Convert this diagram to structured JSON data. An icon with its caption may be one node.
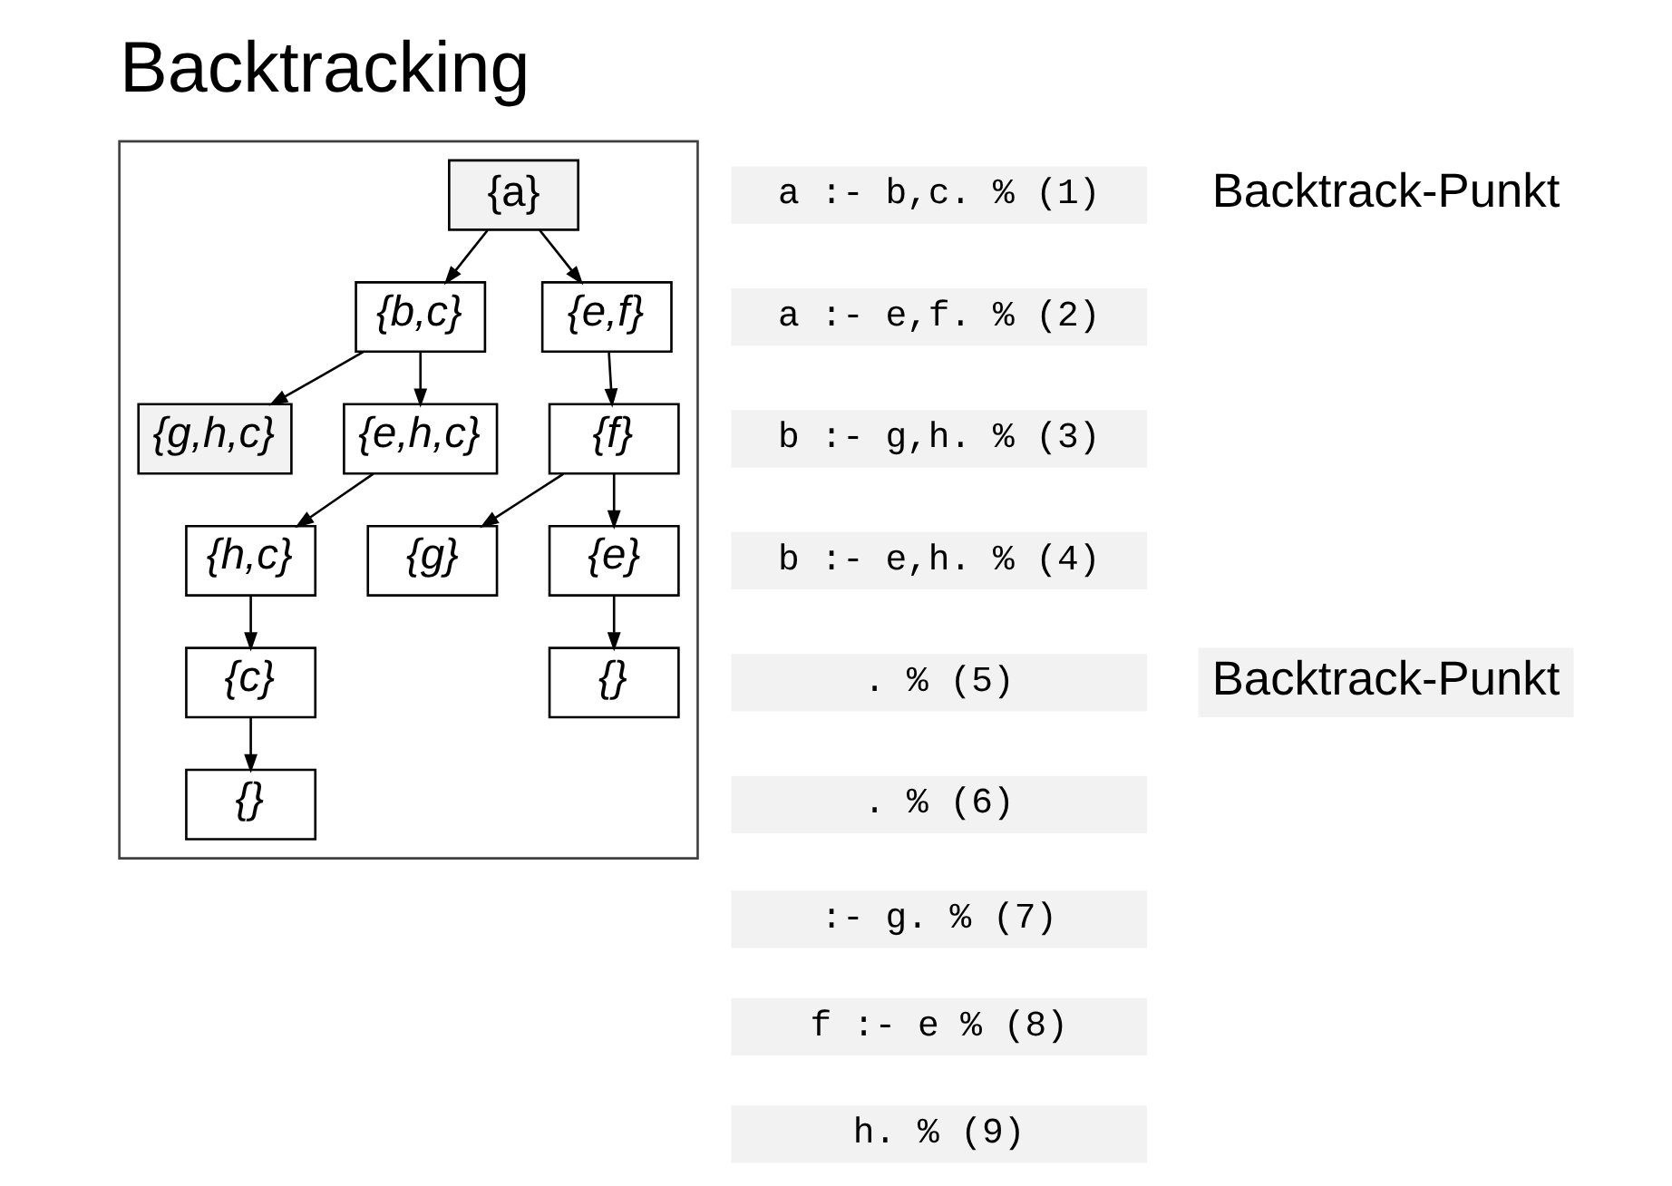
{
  "diagram": {
    "title": "Backtracking",
    "nodes": [
      {
        "text": [],
        "shape": "box"
      },
      {
        "text": [
          "{a}"
        ],
        "in": 0
      },
      {
        "text": [
          "{b,c}"
        ],
        "in": 0
      },
      {
        "text": [
          "{e,f}"
        ],
        "in": 0
      },
      {
        "text": [
          "{g,h,c}"
        ],
        "in": 0
      },
      {
        "text": [
          "{e,h,c}"
        ],
        "in": 0
      },
      {
        "text": [
          "{h,c}"
        ],
        "in": 0
      },
      {
        "text": [
          "{c}"
        ],
        "in": 0
      },
      {
        "text": [
          "{}"
        ],
        "in": 0
      },
      {
        "text": [
          "{f}"
        ],
        "in": 0
      },
      {
        "text": [
          "{g}"
        ],
        "in": 0
      },
      {
        "text": [
          "{e}"
        ],
        "in": 0
      },
      {
        "text": [
          "{}"
        ],
        "in": 0
      }
    ],
    "edges": [
      {
        "from": 1,
        "to": 2,
        "arrow": "to"
      },
      {
        "from": 1,
        "to": 3,
        "arrow": "to"
      },
      {
        "from": 2,
        "to": 4,
        "arrow": "to"
      },
      {
        "from": 2,
        "to": 5,
        "arrow": "to"
      },
      {
        "from": 5,
        "to": 6,
        "arrow": "to"
      },
      {
        "from": 6,
        "to": 7,
        "arrow": "to"
      },
      {
        "from": 7,
        "to": 8,
        "arrow": "to"
      },
      {
        "from": 3,
        "to": 9,
        "arrow": "to"
      },
      {
        "from": 9,
        "to": 10,
        "arrow": "to"
      },
      {
        "from": 9,
        "to": 11,
        "arrow": "to"
      },
      {
        "from": 11,
        "to": 12,
        "arrow": "to"
      }
    ],
    "labels": [
      "a :- b,c. % (1)",
      "a :- e,f. % (2)",
      "b :- g,h. % (3)",
      "b :- e,h. % (4)",
      ". % (5)",
      ". % (6)",
      ":- g. % (7)",
      "f :- e % (8)",
      "h. % (9)",
      "Backtrack-Punkt",
      "Backtrack-Punkt"
    ]
  }
}
